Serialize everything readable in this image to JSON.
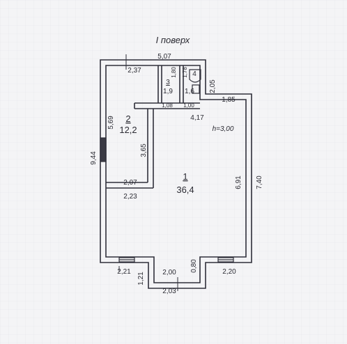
{
  "plan": {
    "floor_title": "I поверх",
    "ceiling_height": "h=3,00",
    "rooms": [
      {
        "number": "1",
        "area": "36,4"
      },
      {
        "number": "2",
        "area": "12,2"
      },
      {
        "number": "3",
        "area": "1,9"
      },
      {
        "number": "4",
        "area": "1,6"
      }
    ],
    "dimensions": {
      "top_width": "5,07",
      "room2_top": "2,37",
      "room3_height": "1,80",
      "room4_height": "1,78",
      "right_step": "2,05",
      "right_offset": "1,85",
      "room3_width": "1,08",
      "room4_width": "1,00",
      "room1_top": "4,17",
      "room2_height": "5,69",
      "total_height": "9,44",
      "partition_height": "3,65",
      "room2_bottom": "2,07",
      "room1_left_bottom": "2,23",
      "room1_height": "6,91",
      "right_height": "7,40",
      "bottom_left": "2,21",
      "entrance_depth": "1,21",
      "entrance_inner": "2,00",
      "entrance_side": "0,80",
      "entrance_width": "2,03",
      "bottom_right": "2,20"
    }
  }
}
